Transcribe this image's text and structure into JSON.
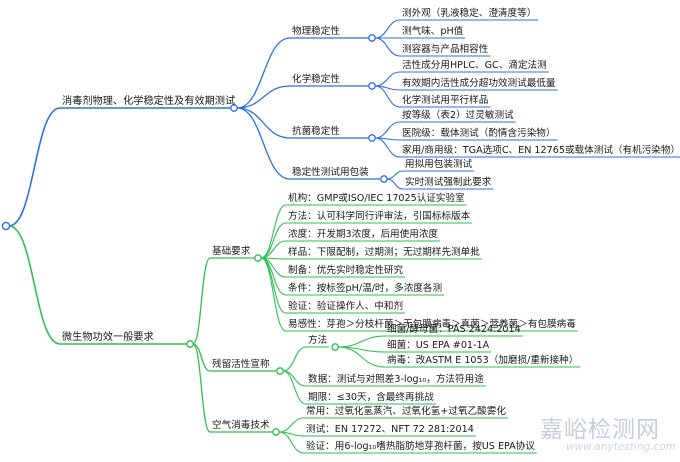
{
  "root": {
    "branches": [
      {
        "id": "b1",
        "color": "#2f6fe4",
        "label": "消毒剂物理、化学稳定性及有效期测试",
        "children": [
          {
            "id": "b1c1",
            "label": "物理稳定性",
            "children": [
              {
                "label": "测外观（乳液稳定、澄清度等）"
              },
              {
                "label": "测气味、pH值"
              },
              {
                "label": "测容器与产品相容性"
              }
            ]
          },
          {
            "id": "b1c2",
            "label": "化学稳定性",
            "children": [
              {
                "label": "活性成分用HPLC、GC、滴定法测"
              },
              {
                "label": "有效期内活性成分超功效测试最低量"
              },
              {
                "label": "化学测试用平行样品"
              }
            ]
          },
          {
            "id": "b1c3",
            "label": "抗菌稳定性",
            "children": [
              {
                "label": "按等级（表2）过灵敏测试"
              },
              {
                "label": "医院级：载体测试（酌情含污染物）"
              },
              {
                "label": "家用/商用级：TGA选项C、EN 12765或载体测试（有机污染物）"
              }
            ]
          },
          {
            "id": "b1c4",
            "label": "稳定性测试用包装",
            "children": [
              {
                "label": "用拟用包装测试"
              },
              {
                "label": "实时测试强制此要求"
              }
            ]
          }
        ]
      },
      {
        "id": "b2",
        "color": "#2fbf52",
        "label": "微生物功效一般要求",
        "children": [
          {
            "id": "b2c1",
            "label": "基础要求",
            "children": [
              {
                "label": "机构：GMP或ISO/IEC 17025认证实验室"
              },
              {
                "label": "方法：认可科学同行评审法，引国标标版本"
              },
              {
                "label": "浓度：开发期3浓度，后用使用浓度"
              },
              {
                "label": "样品：下限配制，过期测；无过期样先测单批"
              },
              {
                "label": "制备：优先实时稳定性研究"
              },
              {
                "label": "条件：按标签pH/温/时，多浓度各测"
              },
              {
                "label": "验证：验证操作人、中和剂"
              },
              {
                "label": "易感性：芽孢＞分枝杆菌＞无包膜病毒＞真菌＞营养菌＞有包膜病毒"
              }
            ]
          },
          {
            "id": "b2c2",
            "label": "残留活性宣称",
            "children": [
              {
                "label": "方法",
                "children": [
                  {
                    "label": "细菌/酵母菌：PAS 2424:2014"
                  },
                  {
                    "label": "细菌：US EPA #01-1A"
                  },
                  {
                    "label": "病毒：改ASTM E 1053（加磨损/重新接种）"
                  }
                ]
              },
              {
                "label": "数据：测试与对照差3-log₁₀，方法符用途"
              },
              {
                "label": "期限：≤30天，含最终再挑战"
              }
            ]
          },
          {
            "id": "b2c3",
            "label": "空气消毒技术",
            "children": [
              {
                "label": "常用：过氧化氢蒸汽、过氧化氢+过氧乙酸雾化"
              },
              {
                "label": "测试：EN 17272、NFT 72 281:2014"
              },
              {
                "label": "验证：用6-log₁₀嗜热脂肪地芽孢杆菌，按US EPA协议"
              }
            ]
          }
        ]
      }
    ]
  },
  "watermark": {
    "cn": "嘉峪检测网",
    "url": "www.anytesting.com"
  }
}
